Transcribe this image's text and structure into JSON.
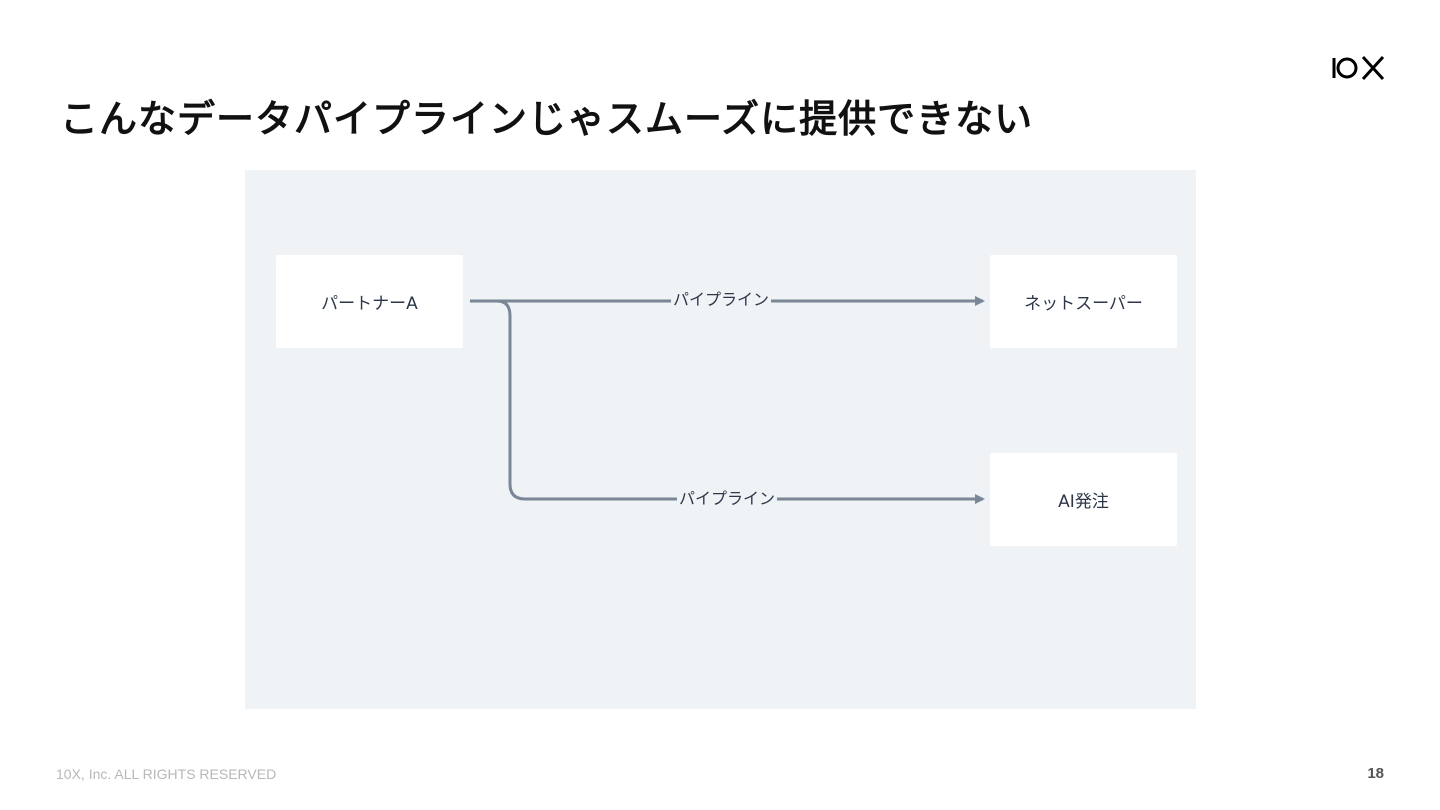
{
  "slide": {
    "title": "こんなデータパイプラインじゃスムーズに提供できない",
    "logo_text": "10X",
    "footer": "10X, Inc. ALL RIGHTS RESERVED",
    "page_number": "18"
  },
  "diagram": {
    "nodes": {
      "source": "パートナーA",
      "target_1": "ネットスーパー",
      "target_2": "AI発注"
    },
    "edges": [
      {
        "label": "パイプライン",
        "from": "パートナーA",
        "to": "ネットスーパー"
      },
      {
        "label": "パイプライン",
        "from": "パートナーA",
        "to": "AI発注"
      }
    ],
    "colors": {
      "background": "#eff3f6",
      "node_fill": "#ffffff",
      "edge": "#7a8796",
      "text": "#2d3748"
    }
  }
}
